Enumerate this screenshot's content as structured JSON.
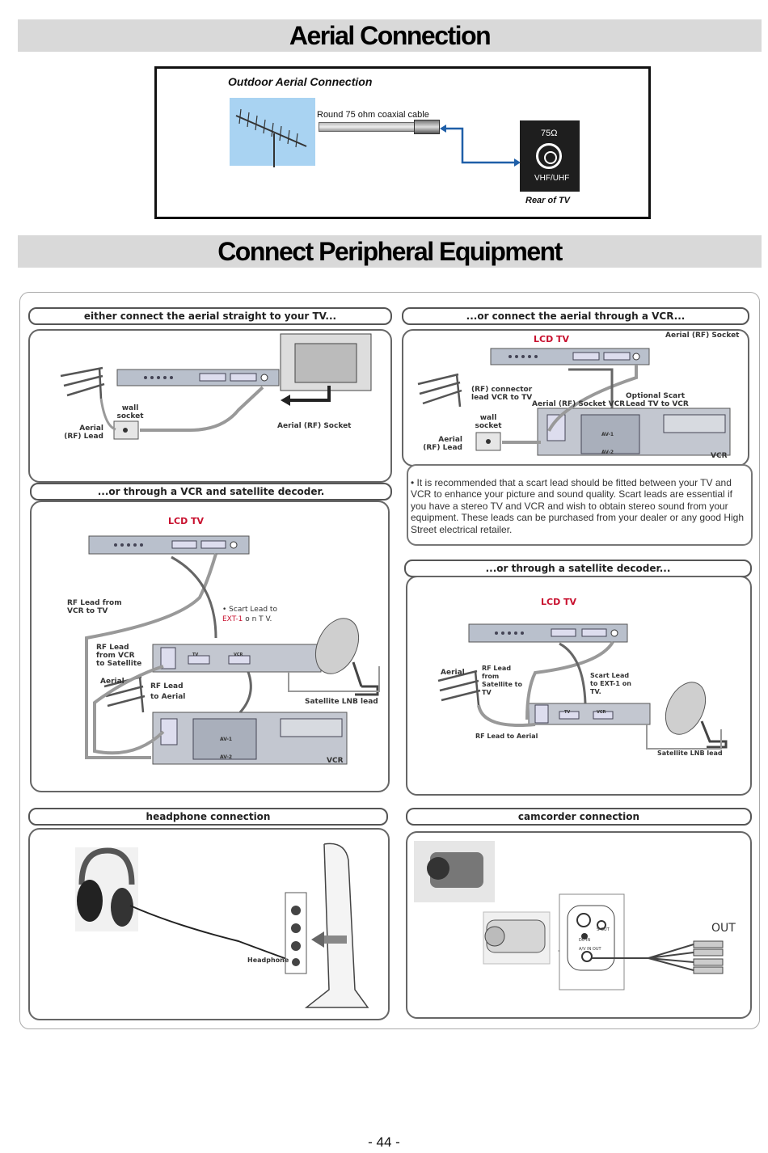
{
  "aerial_connection": {
    "title": "Aerial Connection",
    "outdoor_label": "Outdoor Aerial Connection",
    "cable_label": "Round 75 ohm coaxial cable",
    "socket_ohm": "75Ω",
    "socket_band": "VHF/UHF",
    "rear_label": "Rear of TV"
  },
  "peripheral": {
    "title": "Connect Peripheral Equipment"
  },
  "panel_tv": {
    "header": "either connect the aerial straight to your TV...",
    "wall_socket": "wall socket",
    "aerial_lead": "Aerial (RF) Lead",
    "aerial_socket": "Aerial (RF) Socket"
  },
  "panel_vcr": {
    "header": "...or connect the aerial through a VCR...",
    "lcd_tv": "LCD TV",
    "aerial_socket_top": "Aerial (RF) Socket",
    "rf_connector": "(RF) connector lead VCR to TV",
    "aerial_socket_vcr": "Aerial (RF) Socket VCR",
    "optional_scart": "Optional Scart Lead TV to VCR",
    "wall_socket": "wall socket",
    "aerial_lead": "Aerial (RF) Lead",
    "av1": "AV-1",
    "av2": "AV-2",
    "vcr": "VCR"
  },
  "recommendation": "• It is recommended that a scart lead should be fitted between your TV and VCR to enhance your picture and sound quality. Scart leads are essential if you have a stereo TV and VCR and wish to obtain stereo sound from your equipment. These leads can be purchased from your  dealer or any good High Street electrical retailer.",
  "panel_vcr_sat": {
    "header": "...or through a VCR and satellite decoder.",
    "lcd_tv": "LCD TV",
    "rf_from_vcr": "RF Lead from VCR to TV",
    "scart_lead_a": "• Scart Lead to",
    "scart_lead_b": "EXT-1",
    "scart_lead_c": " o n T V.",
    "rf_vcr_sat": "RF Lead from VCR to Satellite",
    "aerial": "Aerial",
    "rf_to_aerial": "RF Lead to Aerial",
    "lnb": "Satellite LNB lead",
    "tv": "TV",
    "vcr_small": "VCR",
    "av1": "AV-1",
    "av2": "AV-2",
    "vcr": "VCR"
  },
  "panel_sat": {
    "header": "...or through a satellite decoder...",
    "lcd_tv": "LCD TV",
    "aerial": "Aerial",
    "rf_from_sat": "RF Lead from Satellite to TV",
    "scart_lead": "Scart Lead to EXT-1 on TV.",
    "rf_to_aerial": "RF Lead to Aerial",
    "lnb": "Satellite LNB lead",
    "tv": "TV",
    "vcr_small": "VCR"
  },
  "panel_headphone": {
    "header": "headphone connection",
    "headphone": "Headphone"
  },
  "panel_camcorder": {
    "header": "camcorder connection",
    "out": "OUT",
    "s_out": "S-OUT",
    "dc_in": "DC IN",
    "av_in_out": "A/V IN OUT"
  },
  "page_number": "- 44 -"
}
